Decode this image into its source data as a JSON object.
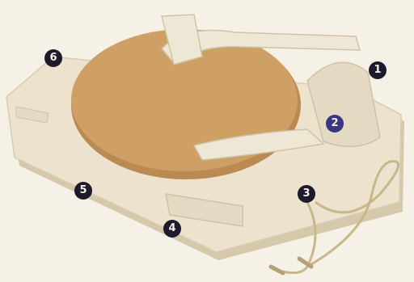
{
  "figure": {
    "callouts": [
      {
        "id": "callout-1",
        "label": "1"
      },
      {
        "id": "callout-2",
        "label": "2"
      },
      {
        "id": "callout-3",
        "label": "3"
      },
      {
        "id": "callout-4",
        "label": "4"
      },
      {
        "id": "callout-5",
        "label": "5"
      },
      {
        "id": "callout-6",
        "label": "6"
      }
    ],
    "colors": {
      "background": "#f6f1e7",
      "plinth": "#ece2cd",
      "plinth_edge": "#d6c8ab",
      "platter": "#cfa066",
      "tonearm": "#efe7d6",
      "callout_fill": "#1e1a2e",
      "callout_2_fill": "#3b3585",
      "cable": "#c9b78c"
    }
  }
}
